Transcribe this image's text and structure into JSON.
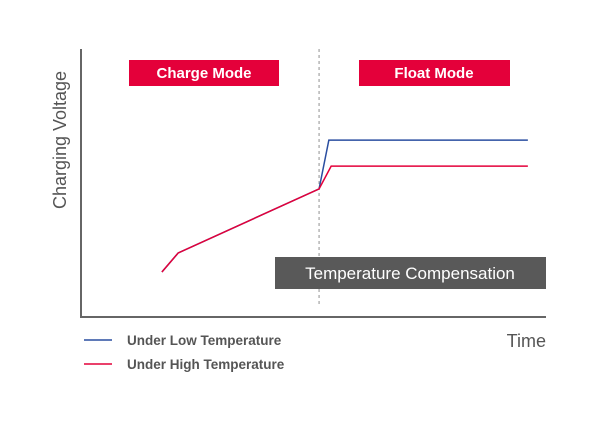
{
  "chart_data": {
    "type": "line",
    "title": "",
    "xlabel": "Time",
    "ylabel": "Charging Voltage",
    "xlim": [
      0,
      100
    ],
    "ylim": [
      0,
      100
    ],
    "grid": false,
    "legend_position": "bottom-left",
    "series": [
      {
        "name": "Under Low Temperature",
        "color": "#2a4ea0",
        "x": [
          17.4,
          20.9,
          51.2,
          53.3,
          96.1
        ],
        "y": [
          16.8,
          23.9,
          47.8,
          66.0,
          66.0
        ]
      },
      {
        "name": "Under High Temperature",
        "color": "#e4003a",
        "x": [
          17.4,
          20.9,
          51.2,
          53.8,
          96.1
        ],
        "y": [
          16.8,
          23.9,
          47.8,
          56.3,
          56.3
        ]
      }
    ],
    "divider_x": 51.2,
    "annotations": [
      {
        "text": "Charge Mode",
        "color": "#e4003a"
      },
      {
        "text": "Float Mode",
        "color": "#e4003a"
      },
      {
        "text": "Temperature Compensation",
        "color": "#595959"
      }
    ]
  }
}
